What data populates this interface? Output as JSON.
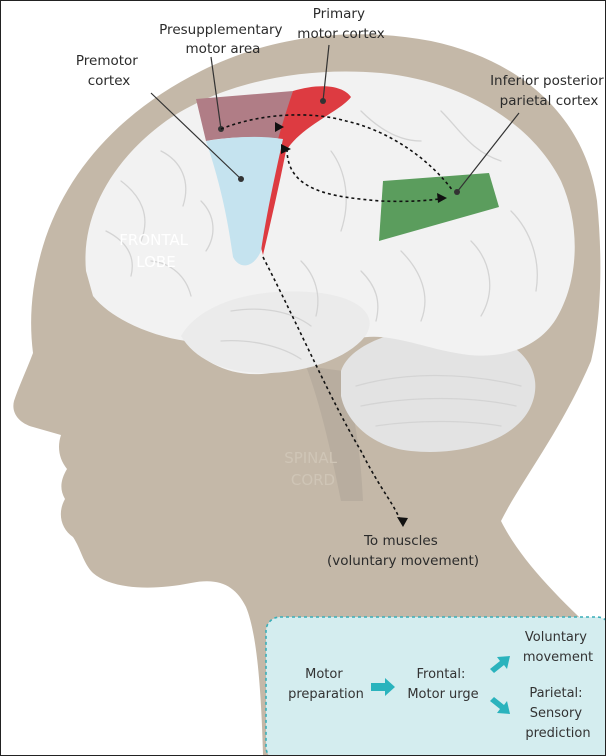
{
  "labels": {
    "presupplementary": [
      "Presupplementary",
      "motor area"
    ],
    "primary": [
      "Primary",
      "motor cortex"
    ],
    "premotor": [
      "Premotor",
      "cortex"
    ],
    "parietal": [
      "Inferior posterior",
      "parietal cortex"
    ],
    "frontal_lobe": [
      "FRONTAL",
      "LOBE"
    ],
    "spinal_cord": [
      "SPINAL",
      "CORD"
    ],
    "muscles": [
      "To muscles",
      "(voluntary movement)"
    ]
  },
  "flow_box": {
    "motor_prep": [
      "Motor",
      "preparation"
    ],
    "frontal": [
      "Frontal:",
      "Motor urge"
    ],
    "voluntary": [
      "Voluntary",
      "movement"
    ],
    "parietal": [
      "Parietal:",
      "Sensory",
      "prediction"
    ]
  },
  "colors": {
    "head": "#c4b8a8",
    "brain": "#f2f2f2",
    "presupplementary": "#b07d86",
    "primary": "#dd3b41",
    "premotor": "#c5e3ef",
    "parietal": "#5b9d5d",
    "flow_box_fill": "#d4edef",
    "flow_box_border": "#3aaeb8",
    "arrow": "#2ab3bd"
  }
}
